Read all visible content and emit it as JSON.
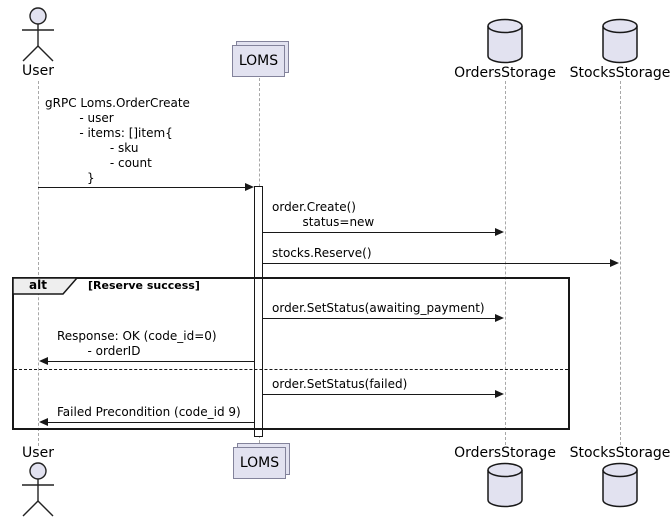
{
  "colors": {
    "shape_fill": "#E2E2F0",
    "shape_border": "#181818",
    "participant_box_border": "#83839b",
    "lifeline": "#A8A8A8",
    "arrow": "#181818",
    "fragment_border": "#181818",
    "fragment_label_fill": "#EEEEEE",
    "background": "#FFFFFF"
  },
  "participants": {
    "user": {
      "label": "User",
      "type": "actor"
    },
    "loms": {
      "label": "LOMS",
      "type": "collections"
    },
    "orders_storage": {
      "label": "OrdersStorage",
      "type": "database"
    },
    "stocks_storage": {
      "label": "StocksStorage",
      "type": "database"
    }
  },
  "fragment": {
    "operator": "alt",
    "guard": "[Reserve success]"
  },
  "messages": [
    {
      "from": "User",
      "to": "LOMS",
      "label": "gRPC Loms.OrderCreate\n         - user\n         - items: []item{\n                 - sku\n                 - count\n           }"
    },
    {
      "from": "LOMS",
      "to": "OrdersStorage",
      "label": "order.Create()\n        status=new"
    },
    {
      "from": "LOMS",
      "to": "StocksStorage",
      "label": "stocks.Reserve()"
    },
    {
      "from": "LOMS",
      "to": "OrdersStorage",
      "label": "order.SetStatus(awaiting_payment)"
    },
    {
      "from": "LOMS",
      "to": "User",
      "label": "Response: OK (code_id=0)\n        - orderID"
    },
    {
      "from": "LOMS",
      "to": "OrdersStorage",
      "label": "order.SetStatus(failed)"
    },
    {
      "from": "LOMS",
      "to": "User",
      "label": "Failed Precondition (code_id 9)"
    }
  ]
}
